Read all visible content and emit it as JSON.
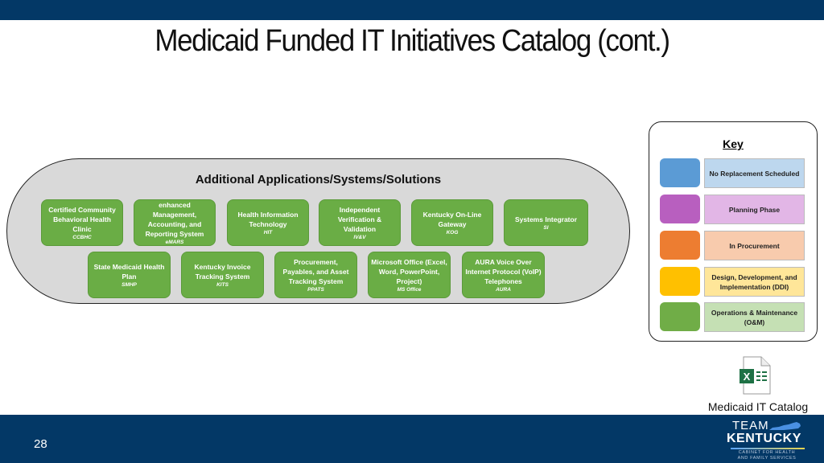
{
  "slide": {
    "title": "Medicaid Funded IT Initiatives Catalog (cont.)",
    "page_number": "28"
  },
  "colors": {
    "header_bar": "#033866",
    "app_box_green": "#6aad45",
    "container_gray": "#d9d9d9"
  },
  "container": {
    "title": "Additional Applications/Systems/Solutions",
    "apps": [
      {
        "name": "Certified Community Behavioral Health Clinic",
        "abbr": "CCBHC",
        "status": "Operations & Maintenance (O&M)"
      },
      {
        "name": "enhanced Management, Accounting, and Reporting System",
        "abbr": "eMARS",
        "status": "Operations & Maintenance (O&M)"
      },
      {
        "name": "Health Information Technology",
        "abbr": "HIT",
        "status": "Operations & Maintenance (O&M)"
      },
      {
        "name": "Independent Verification & Validation",
        "abbr": "IV&V",
        "status": "Operations & Maintenance (O&M)"
      },
      {
        "name": "Kentucky On-Line Gateway",
        "abbr": "KOG",
        "status": "Operations & Maintenance (O&M)"
      },
      {
        "name": "Systems Integrator",
        "abbr": "SI",
        "status": "Operations & Maintenance (O&M)"
      },
      {
        "name": "State Medicaid Health Plan",
        "abbr": "SMHP",
        "status": "Operations & Maintenance (O&M)"
      },
      {
        "name": "Kentucky Invoice Tracking System",
        "abbr": "KITS",
        "status": "Operations & Maintenance (O&M)"
      },
      {
        "name": "Procurement, Payables, and Asset Tracking System",
        "abbr": "PPATS",
        "status": "Operations & Maintenance (O&M)"
      },
      {
        "name": "Microsoft Office (Excel, Word, PowerPoint, Project)",
        "abbr": "MS Office",
        "status": "Operations & Maintenance (O&M)"
      },
      {
        "name": "AURA Voice Over Internet Protocol (VoIP) Telephones",
        "abbr": "AURA",
        "status": "Operations & Maintenance (O&M)"
      }
    ]
  },
  "key": {
    "title": "Key",
    "items": [
      {
        "label": "No Replacement Scheduled",
        "swatch": "#5b9bd5",
        "fill": "#bdd7ee"
      },
      {
        "label": "Planning Phase",
        "swatch": "#b85fbf",
        "fill": "#e2b6e6"
      },
      {
        "label": "In Procurement",
        "swatch": "#ed7d31",
        "fill": "#f8cbad"
      },
      {
        "label": "Design, Development, and Implementation (DDI)",
        "swatch": "#ffc000",
        "fill": "#ffe699"
      },
      {
        "label": "Operations & Maintenance (O&M)",
        "swatch": "#70ad47",
        "fill": "#c5e0b4"
      }
    ]
  },
  "attachment": {
    "icon": "excel-file-icon",
    "label": "Medicaid IT Catalog"
  },
  "logo": {
    "line1": "TEAM",
    "line2": "KENTUCKY",
    "subline1": "CABINET FOR HEALTH",
    "subline2": "AND FAMILY SERVICES"
  }
}
